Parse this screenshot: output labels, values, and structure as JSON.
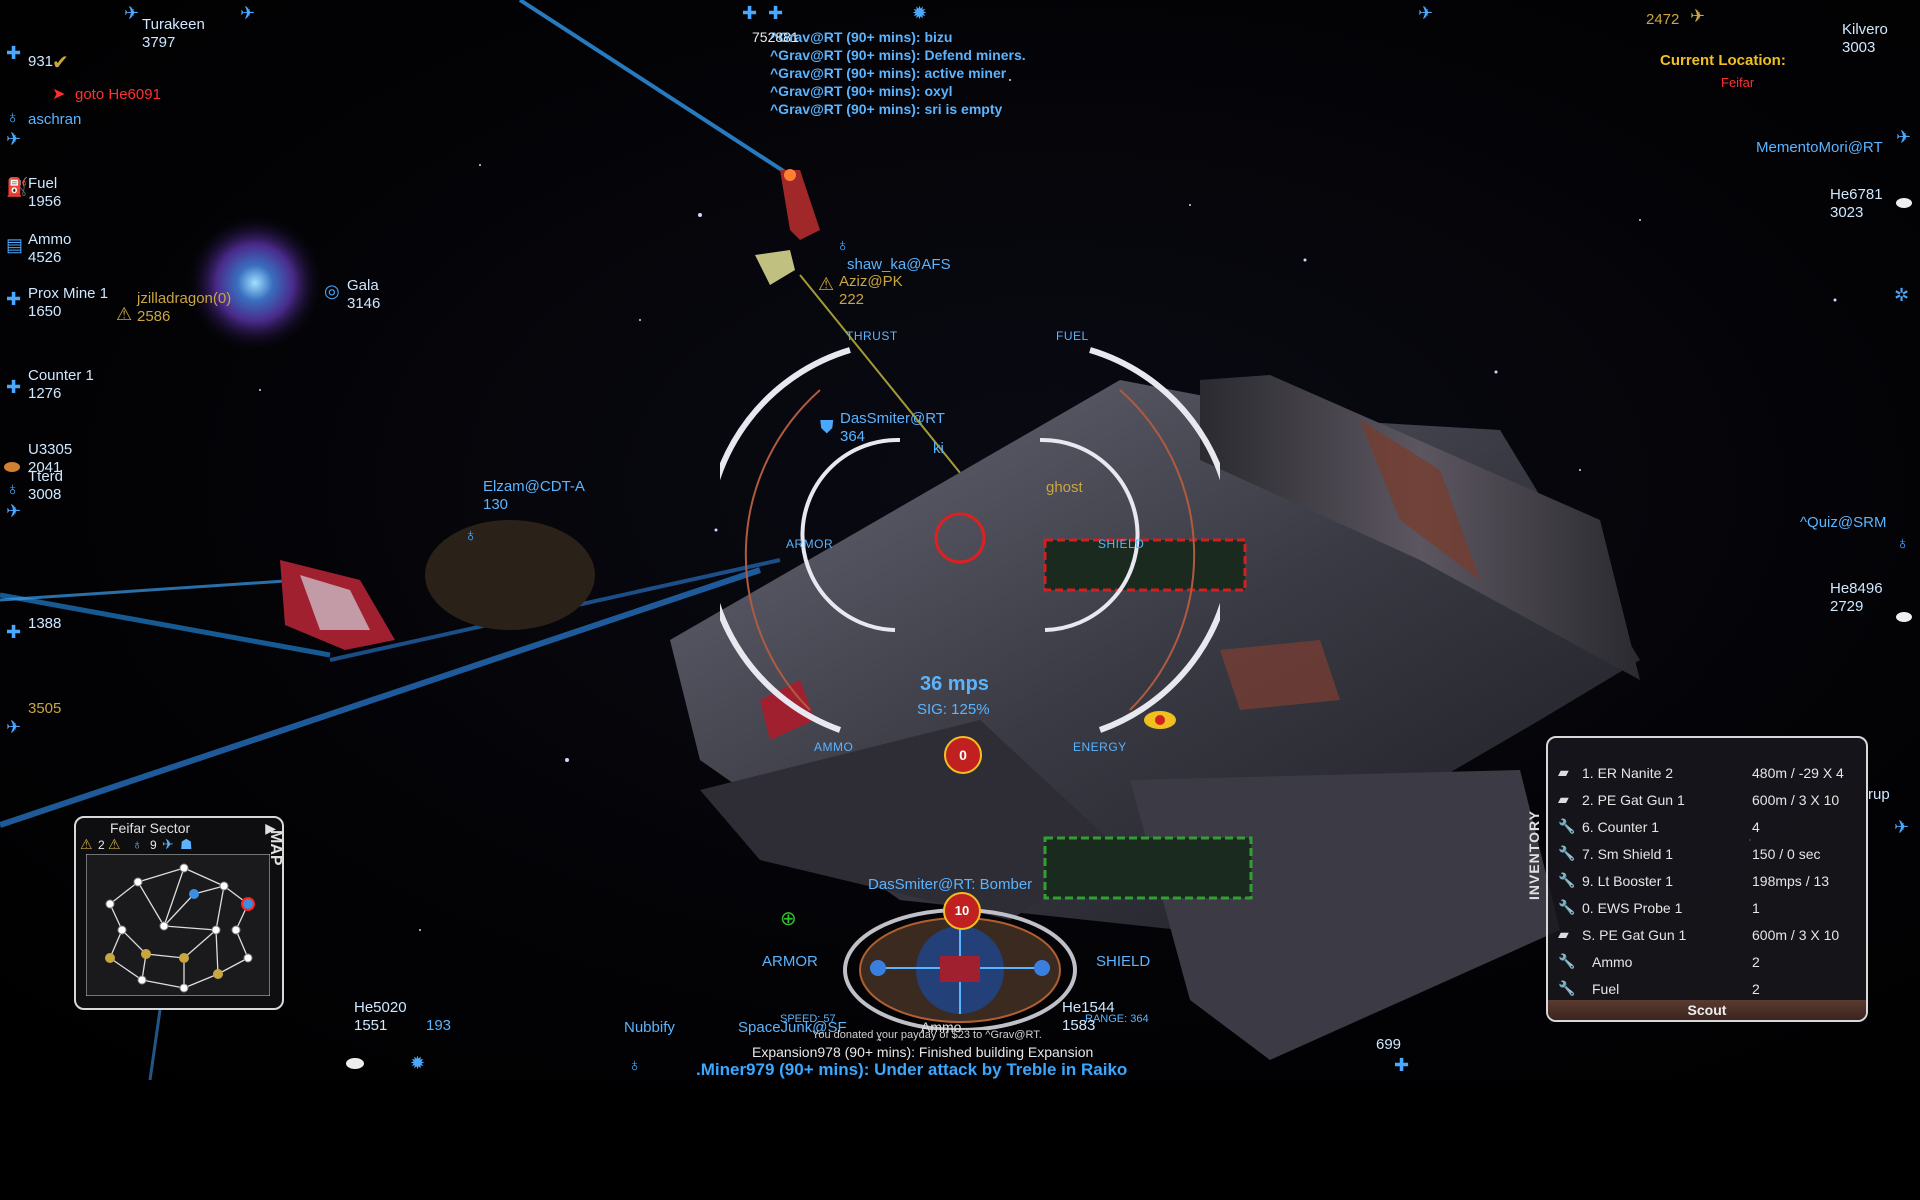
{
  "chat": {
    "lines": [
      "^Grav@RT (90+ mins): bizu",
      "^Grav@RT (90+ mins): Defend miners.",
      "^Grav@RT (90+ mins): active miner",
      "^Grav@RT (90+ mins): oxyl",
      "^Grav@RT (90+ mins): sri is empty"
    ],
    "overlap_number": "752881"
  },
  "top_left": {
    "turakeen_name": "Turakeen",
    "turakeen_value": "3797",
    "count_931": "931",
    "goto": "goto He6091",
    "aschran": "aschran",
    "fuel_label": "Fuel",
    "fuel_value": "1956",
    "ammo_label": "Ammo",
    "ammo_value": "4526",
    "prox_label": "Prox Mine 1",
    "prox_value": "1650",
    "counter_label": "Counter 1",
    "counter_value": "1276",
    "u3305_label": "U3305",
    "u3305_value": "2041",
    "tterd_label": "Tterd",
    "tterd_value": "3008",
    "val_1388": "1388",
    "val_3505": "3505"
  },
  "right_side": {
    "gold_value": "2472",
    "kilvero_name": "Kilvero",
    "kilvero_value": "3003",
    "location_title": "Current Location:",
    "location_value": "Feifar",
    "memento": "MementoMori@RT",
    "he6781_name": "He6781",
    "he6781_value": "3023",
    "quiz": "^Quiz@SRM",
    "he8496_name": "He8496",
    "he8496_value": "2729",
    "rup": "rup"
  },
  "field_labels": {
    "jzilla": "jzilladragon(0)",
    "jzilla_val": "2586",
    "gala_name": "Gala",
    "gala_value": "3146",
    "shaw": "shaw_ka@AFS",
    "aziz": "Aziz@PK",
    "aziz_val": "222",
    "dassmiter": "DasSmiter@RT",
    "dassmiter_val": "364",
    "elzam": "Elzam@CDT-A",
    "elzam_val": "130",
    "ghost": "ghost",
    "ki": "ki"
  },
  "hud": {
    "thrust": "THRUST",
    "fuel": "FUEL",
    "armor_small": "ARMOR",
    "shield_small": "SHIELD",
    "ammo": "AMMO",
    "energy": "ENERGY",
    "speed": "36 mps",
    "sig": "SIG: 125%",
    "center_badge": "0",
    "target_title": "DasSmiter@RT: Bomber",
    "target_badge": "10",
    "armor": "ARMOR",
    "shield": "SHIELD",
    "speed_small": "SPEED: 57",
    "ammo_small": "Ammo",
    "range_small": "RANGE: 364"
  },
  "inventory": {
    "title": "INVENTORY",
    "footer": "Scout",
    "rows": [
      {
        "name": "1. ER Nanite 2",
        "value": "480m / -29 X 4",
        "icon": "gun-icon"
      },
      {
        "name": "2. PE Gat Gun 1",
        "value": "600m / 3 X 10",
        "icon": "gun-icon"
      },
      {
        "name": "6. Counter 1",
        "value": "4",
        "icon": "wrench-icon"
      },
      {
        "name": "7. Sm Shield 1",
        "value": "150 / 0 sec",
        "icon": "wrench-icon"
      },
      {
        "name": "9. Lt Booster 1",
        "value": "198mps / 13",
        "icon": "wrench-icon"
      },
      {
        "name": "0. EWS Probe 1",
        "value": "1",
        "icon": "wrench-icon"
      },
      {
        "name": "S. PE Gat Gun 1",
        "value": "600m / 3 X 10",
        "icon": "gun-icon"
      },
      {
        "name": "Ammo",
        "value": "2",
        "icon": "wrench-icon"
      },
      {
        "name": "Fuel",
        "value": "2",
        "icon": "wrench-icon"
      }
    ]
  },
  "minimap": {
    "sector": "Feifar Sector",
    "side_label": "MAP",
    "count_a": "2",
    "count_b": "9"
  },
  "bottom": {
    "he5020_name": "He5020",
    "he5020_value": "1551",
    "val_193": "193",
    "nubbify": "Nubbify",
    "spacejunk": "SpaceJunk@SF",
    "he1544_name": "He1544",
    "he1544_value": "1583",
    "val_699": "699",
    "donated": "You donated your payday of $23 to ^Grav@RT.",
    "expansion": "Expansion978 (90+ mins): Finished building Expansion",
    "miner": ".Miner979 (90+ mins): Under attack by Treble in Raiko"
  },
  "colors": {
    "hud_blue": "#5ab4ff",
    "gold": "#c9a640",
    "alert_red": "#ff3030"
  }
}
